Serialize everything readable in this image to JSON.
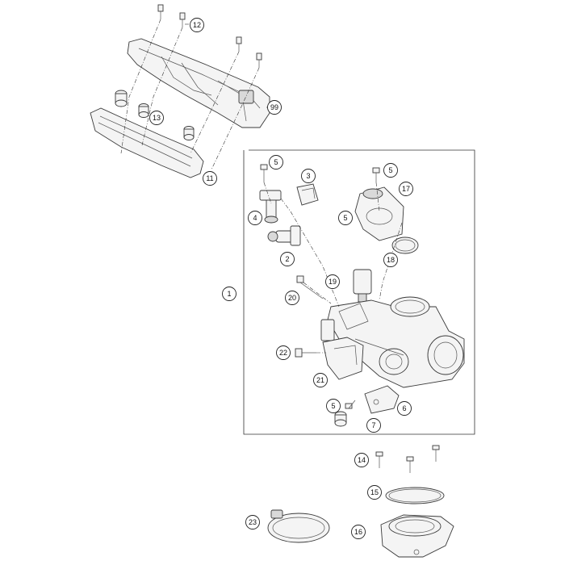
{
  "callouts": [
    {
      "id": "c12",
      "label": "12"
    },
    {
      "id": "c99",
      "label": "99"
    },
    {
      "id": "c13",
      "label": "13"
    },
    {
      "id": "c11",
      "label": "11"
    },
    {
      "id": "c5a",
      "label": "5"
    },
    {
      "id": "c3",
      "label": "3"
    },
    {
      "id": "c5b",
      "label": "5"
    },
    {
      "id": "c17",
      "label": "17"
    },
    {
      "id": "c4",
      "label": "4"
    },
    {
      "id": "c5c",
      "label": "5"
    },
    {
      "id": "c2",
      "label": "2"
    },
    {
      "id": "c18",
      "label": "18"
    },
    {
      "id": "c1",
      "label": "1"
    },
    {
      "id": "c19",
      "label": "19"
    },
    {
      "id": "c20",
      "label": "20"
    },
    {
      "id": "c22",
      "label": "22"
    },
    {
      "id": "c21",
      "label": "21"
    },
    {
      "id": "c5d",
      "label": "5"
    },
    {
      "id": "c6",
      "label": "6"
    },
    {
      "id": "c7",
      "label": "7"
    },
    {
      "id": "c14",
      "label": "14"
    },
    {
      "id": "c15",
      "label": "15"
    },
    {
      "id": "c23",
      "label": "23"
    },
    {
      "id": "c16",
      "label": "16"
    }
  ]
}
